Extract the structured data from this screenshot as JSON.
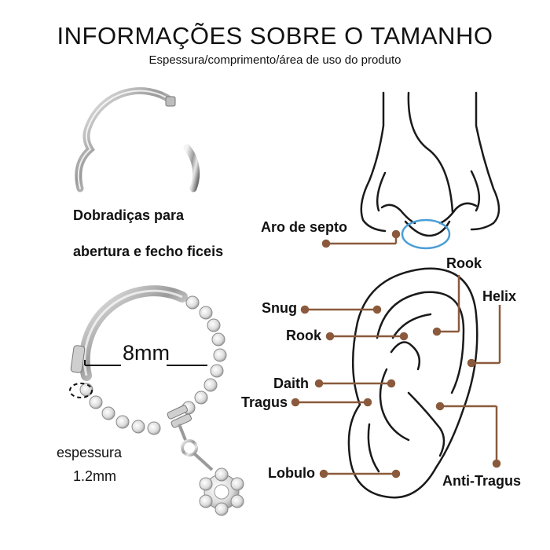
{
  "header": {
    "title": "INFORMAÇÕES SOBRE O TAMANHO",
    "subtitle": "Espessura/comprimento/área de uso do produto"
  },
  "product": {
    "feature_line_1": "Dobradiças para",
    "feature_line_2": "abertura e fecho ficeis",
    "diameter": "8mm",
    "thickness_label": "espessura",
    "thickness_value": "1.2mm"
  },
  "piercing_labels": {
    "septum": "Aro de septo",
    "rook_top": "Rook",
    "helix": "Helix",
    "snug": "Snug",
    "rook": "Rook",
    "daith": "Daith",
    "tragus": "Tragus",
    "lobulo": "Lobulo",
    "anti_tragus": "Anti-Tragus"
  },
  "colors": {
    "leader": "#8B5A3C",
    "septum_ring": "#4A9ED6",
    "outline": "#1a1a1a"
  }
}
